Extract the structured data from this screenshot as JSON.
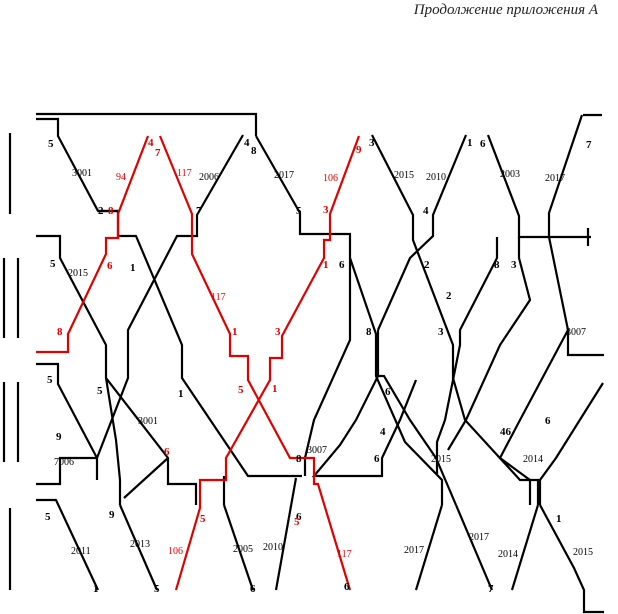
{
  "header": {
    "title": "Продолжение приложения А"
  },
  "colors": {
    "black": "#000000",
    "red": "#e00000"
  },
  "labels": [
    {
      "t": "5",
      "c": "k",
      "b": 1
    },
    {
      "t": "3001",
      "c": "k",
      "b": 0
    },
    {
      "t": "2",
      "c": "k",
      "b": 1
    },
    {
      "t": "8",
      "c": "r",
      "b": 1
    },
    {
      "t": "94",
      "c": "r",
      "b": 0
    },
    {
      "t": "4",
      "c": "r",
      "b": 1
    },
    {
      "t": "7",
      "c": "r",
      "b": 1
    },
    {
      "t": "117",
      "c": "r",
      "b": 0
    },
    {
      "t": "2006",
      "c": "k",
      "b": 0
    },
    {
      "t": "7",
      "c": "k",
      "b": 1
    },
    {
      "t": "4",
      "c": "k",
      "b": 1
    },
    {
      "t": "8",
      "c": "k",
      "b": 1
    },
    {
      "t": "2017",
      "c": "k",
      "b": 0
    },
    {
      "t": "5",
      "c": "k",
      "b": 1
    },
    {
      "t": "106",
      "c": "r",
      "b": 0
    },
    {
      "t": "9",
      "c": "r",
      "b": 1
    },
    {
      "t": "3",
      "c": "r",
      "b": 1
    },
    {
      "t": "3",
      "c": "k",
      "b": 1
    },
    {
      "t": "2015",
      "c": "k",
      "b": 0
    },
    {
      "t": "2010",
      "c": "k",
      "b": 0
    },
    {
      "t": "4",
      "c": "k",
      "b": 1
    },
    {
      "t": "1",
      "c": "k",
      "b": 1
    },
    {
      "t": "6",
      "c": "k",
      "b": 1
    },
    {
      "t": "2003",
      "c": "k",
      "b": 0
    },
    {
      "t": "2017",
      "c": "k",
      "b": 0
    },
    {
      "t": "7",
      "c": "k",
      "b": 1
    },
    {
      "t": "5",
      "c": "k",
      "b": 1
    },
    {
      "t": "2015",
      "c": "k",
      "b": 0
    },
    {
      "t": "6",
      "c": "r",
      "b": 1
    },
    {
      "t": "1",
      "c": "k",
      "b": 1
    },
    {
      "t": "8",
      "c": "r",
      "b": 1
    },
    {
      "t": "117",
      "c": "r",
      "b": 0
    },
    {
      "t": "1",
      "c": "r",
      "b": 1
    },
    {
      "t": "3",
      "c": "r",
      "b": 1
    },
    {
      "t": "1",
      "c": "r",
      "b": 1
    },
    {
      "t": "6",
      "c": "k",
      "b": 1
    },
    {
      "t": "2",
      "c": "k",
      "b": 1
    },
    {
      "t": "8",
      "c": "k",
      "b": 1
    },
    {
      "t": "3",
      "c": "k",
      "b": 1
    },
    {
      "t": "3007",
      "c": "k",
      "b": 0
    },
    {
      "t": "2",
      "c": "k",
      "b": 1
    },
    {
      "t": "8",
      "c": "k",
      "b": 1
    },
    {
      "t": "3",
      "c": "k",
      "b": 1
    },
    {
      "t": "5",
      "c": "k",
      "b": 1
    },
    {
      "t": "5",
      "c": "k",
      "b": 1
    },
    {
      "t": "3001",
      "c": "k",
      "b": 0
    },
    {
      "t": "1",
      "c": "k",
      "b": 1
    },
    {
      "t": "5",
      "c": "r",
      "b": 1
    },
    {
      "t": "1",
      "c": "r",
      "b": 1
    },
    {
      "t": "6",
      "c": "k",
      "b": 1
    },
    {
      "t": "7006",
      "c": "k",
      "b": 0
    },
    {
      "t": "9",
      "c": "k",
      "b": 1
    },
    {
      "t": "6",
      "c": "r",
      "b": 1
    },
    {
      "t": "8",
      "c": "k",
      "b": 1
    },
    {
      "t": "3007",
      "c": "k",
      "b": 0
    },
    {
      "t": "4",
      "c": "k",
      "b": 1
    },
    {
      "t": "6",
      "c": "k",
      "b": 1
    },
    {
      "t": "2015",
      "c": "k",
      "b": 0
    },
    {
      "t": "46",
      "c": "k",
      "b": 1
    },
    {
      "t": "2014",
      "c": "k",
      "b": 0
    },
    {
      "t": "6",
      "c": "k",
      "b": 1
    },
    {
      "t": "5",
      "c": "k",
      "b": 1
    },
    {
      "t": "9",
      "c": "k",
      "b": 1
    },
    {
      "t": "2013",
      "c": "k",
      "b": 0
    },
    {
      "t": "5",
      "c": "r",
      "b": 1
    },
    {
      "t": "2011",
      "c": "k",
      "b": 0
    },
    {
      "t": "106",
      "c": "r",
      "b": 0
    },
    {
      "t": "2005",
      "c": "k",
      "b": 0
    },
    {
      "t": "2010",
      "c": "k",
      "b": 0
    },
    {
      "t": "6",
      "c": "k",
      "b": 1
    },
    {
      "t": "117",
      "c": "r",
      "b": 0
    },
    {
      "t": "2017",
      "c": "k",
      "b": 0
    },
    {
      "t": "2017",
      "c": "k",
      "b": 0
    },
    {
      "t": "2014",
      "c": "k",
      "b": 0
    },
    {
      "t": "1",
      "c": "k",
      "b": 1
    },
    {
      "t": "2015",
      "c": "k",
      "b": 0
    },
    {
      "t": "1",
      "c": "k",
      "b": 1
    },
    {
      "t": "5",
      "c": "k",
      "b": 1
    },
    {
      "t": "6",
      "c": "k",
      "b": 1
    },
    {
      "t": "5",
      "c": "r",
      "b": 1
    },
    {
      "t": "6",
      "c": "k",
      "b": 1
    },
    {
      "t": "7",
      "c": "k",
      "b": 1
    }
  ]
}
